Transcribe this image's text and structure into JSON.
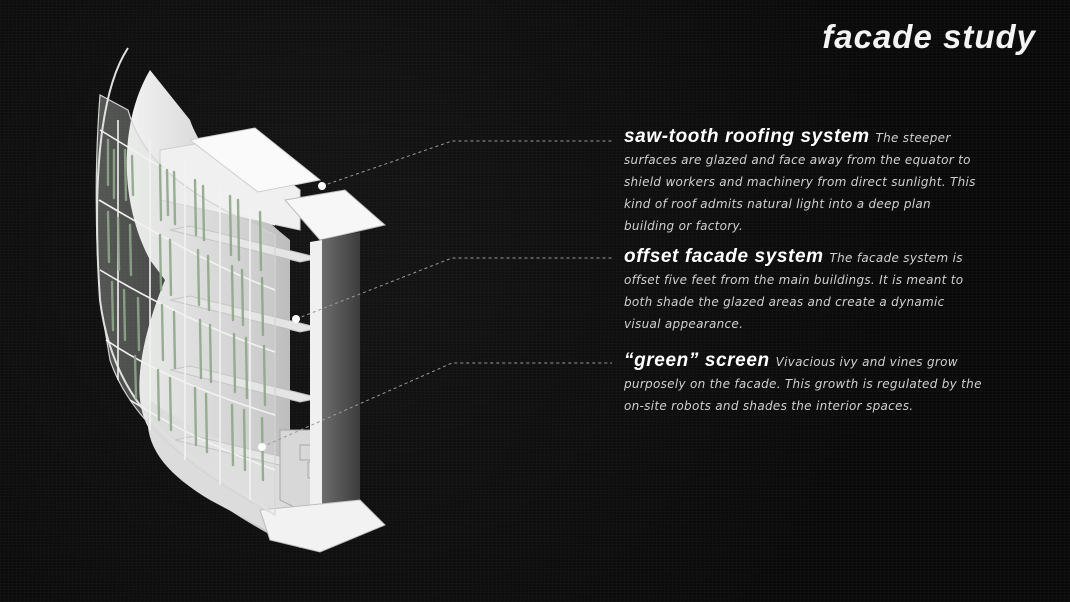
{
  "title": "facade study",
  "callouts": [
    {
      "heading": "saw-tooth roofing system",
      "body": "The steeper surfaces are glazed and face away from the equator to shield workers and machinery from direct sunlight. This kind of roof admits natural light into a deep plan building or factory."
    },
    {
      "heading": "offset facade system",
      "body": "The facade system is offset five feet from the main buildings. It is meant to both shade the glazed areas and create a dynamic visual appearance."
    },
    {
      "heading": "“green” screen",
      "body": "Vivacious ivy and vines grow purposely on the facade. This growth is regulated by the on-site robots and shades the interior spaces."
    }
  ],
  "colors": {
    "background": "#0b0b0b",
    "structure": "#e6e6e6",
    "ivy": "#8fa78a",
    "text": "#d0d0d0"
  }
}
